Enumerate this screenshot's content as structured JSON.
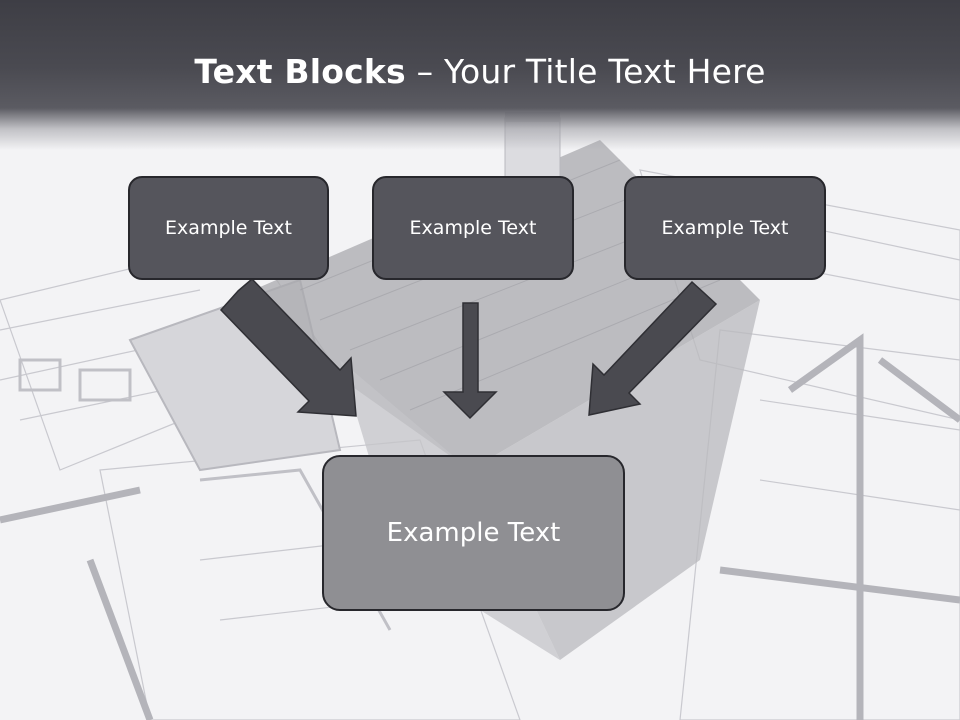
{
  "title": {
    "bold": "Text Blocks",
    "dash": " – ",
    "rest": "Your Title Text Here"
  },
  "blocks": {
    "top_left": "Example Text",
    "top_center": "Example Text",
    "top_right": "Example Text",
    "bottom": "Example Text"
  },
  "colors": {
    "box_fill": "#55555c",
    "box_border": "#27272c",
    "bottom_box_fill": "#8f8f93",
    "arrow_fill": "#4a4a50",
    "title_bar": "#3e3e45"
  }
}
